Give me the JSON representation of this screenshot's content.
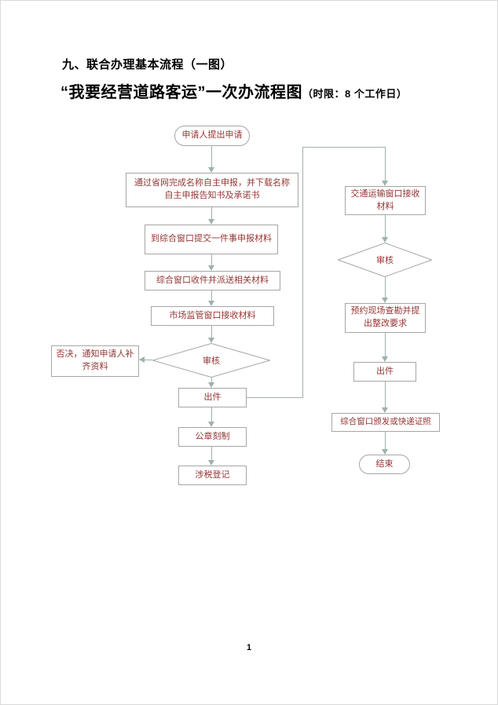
{
  "doc": {
    "heading1": "九、联合办理基本流程（一图）",
    "heading2_main": "“我要经营道路客运”一次办流程图",
    "heading2_suffix": "（时限：8 个工作日）",
    "page_number": "1"
  },
  "flowchart": {
    "start": "申请人提出申请",
    "left": [
      "通过省网完成名称自主申报，并下载名称自主申报告知书及承诺书",
      "到综合窗口提交一件事申报材料",
      "综合窗口收件并派送相关材料",
      "市场监管窗口接收材料"
    ],
    "decision_left": "审核",
    "reject": "否决，通知申请人补齐资料",
    "left_tail": [
      "出件",
      "公章刻制",
      "涉税登记"
    ],
    "right": [
      "交通运输窗口接收材料"
    ],
    "decision_right": "审核",
    "right_tail": [
      "预约现场查勘并提出整改要求",
      "出件",
      "综合窗口颁发或快递证照"
    ],
    "end": "结束"
  },
  "colors": {
    "box_text": "#943634",
    "box_border": "#a6a6a6",
    "connector": "#9fb1af",
    "heading": "#000000"
  }
}
